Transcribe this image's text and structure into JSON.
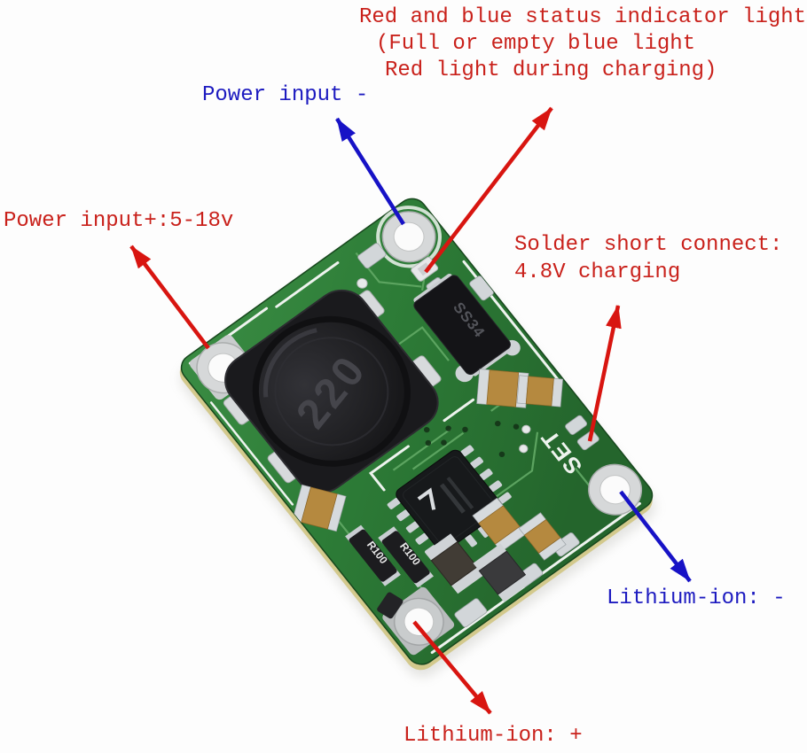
{
  "annotations": {
    "status_indicator": {
      "line1": "Red and blue status indicator light",
      "line2": "(Full or empty blue light",
      "line3": "Red light during charging)"
    },
    "power_input_minus": "Power input -",
    "power_input_plus": "Power input+:5-18v",
    "solder_short": {
      "line1": "Solder short connect:",
      "line2": "4.8V charging"
    },
    "lithium_ion_minus": "Lithium-ion: -",
    "lithium_ion_plus": "Lithium-ion: +"
  },
  "pcb": {
    "inductor_marking": "220",
    "diode_marking": "SS34",
    "resistor1_marking": "R100",
    "resistor2_marking": "R100",
    "set_pad_label": "SET"
  },
  "colors": {
    "label_red": "#c9211b",
    "label_blue": "#1d1bc0",
    "arrow_red": "#d81510",
    "arrow_blue": "#1712c6",
    "pcb_green": "#2e7f38",
    "pcb_green_dark": "#1f5a28",
    "pcb_edge_yellow": "#d3c98c",
    "silkscreen_white": "#eef3ee",
    "trace_green": "#5fa763",
    "component_black": "#1b1b1e",
    "solder_silver": "#d2d6d9",
    "capacitor_tan": "#b5893f"
  }
}
